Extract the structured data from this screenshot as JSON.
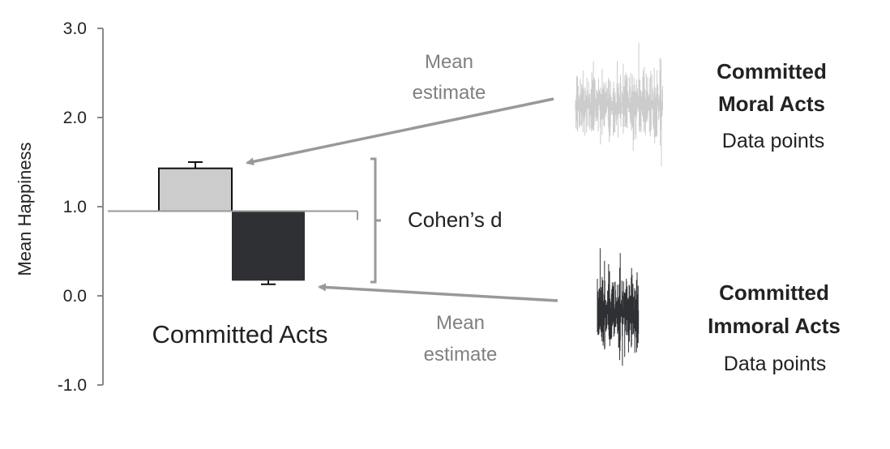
{
  "chart_data": {
    "type": "bar",
    "ylabel": "Mean Happiness",
    "ylim": [
      -1.0,
      3.0
    ],
    "yticks": [
      "3.0",
      "2.0",
      "1.0",
      "0.0",
      "-1.0"
    ],
    "baseline": 0.95,
    "category_label": "Committed Acts",
    "series": [
      {
        "group": "moral",
        "value": 1.43,
        "error_top": 1.5,
        "color": "#cccccc"
      },
      {
        "group": "immoral",
        "value": 0.17,
        "error_bottom": 0.13,
        "color": "#2f3034"
      }
    ]
  },
  "annotations": {
    "effect_label": "Cohen’s d",
    "mean_estimate_upper": [
      "Mean",
      "estimate"
    ],
    "mean_estimate_lower": [
      "Mean",
      "estimate"
    ],
    "moral_title": [
      "Committed",
      "Moral Acts"
    ],
    "moral_sub": "Data points",
    "immoral_title": [
      "Committed",
      "Immoral Acts"
    ],
    "immoral_sub": "Data points"
  },
  "colors": {
    "moral": "#cccccc",
    "immoral": "#2f3034",
    "arrow": "#999999",
    "axis": "#888888",
    "note": "#808080"
  }
}
